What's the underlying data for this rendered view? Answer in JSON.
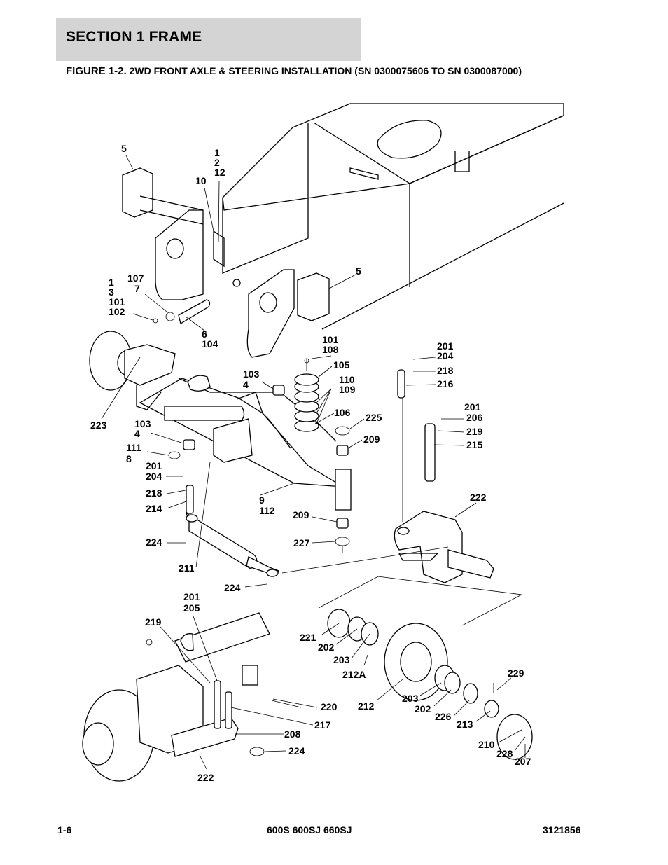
{
  "section": {
    "title": "SECTION 1  FRAME"
  },
  "figure": {
    "label": "FIGURE 1-2.",
    "title": "2WD FRONT AXLE & STEERING INSTALLATION (SN 0300075606 TO SN 0300087000)"
  },
  "callouts": [
    {
      "id": "c1",
      "lines": [
        "5"
      ]
    },
    {
      "id": "c2",
      "lines": [
        "1",
        "2",
        "12"
      ]
    },
    {
      "id": "c3",
      "lines": [
        "10"
      ]
    },
    {
      "id": "c4",
      "lines": [
        "5"
      ]
    },
    {
      "id": "c5",
      "lines": [
        "107",
        "7"
      ]
    },
    {
      "id": "c6",
      "lines": [
        "1",
        "3",
        "101",
        "102"
      ]
    },
    {
      "id": "c7",
      "lines": [
        "6",
        "104"
      ]
    },
    {
      "id": "c8",
      "lines": [
        "101",
        "108"
      ]
    },
    {
      "id": "c9",
      "lines": [
        "105"
      ]
    },
    {
      "id": "c10",
      "lines": [
        "103",
        "4"
      ]
    },
    {
      "id": "c11",
      "lines": [
        "110",
        "109"
      ]
    },
    {
      "id": "c12",
      "lines": [
        "201",
        "204"
      ]
    },
    {
      "id": "c13",
      "lines": [
        "218"
      ]
    },
    {
      "id": "c14",
      "lines": [
        "216"
      ]
    },
    {
      "id": "c15",
      "lines": [
        "223"
      ]
    },
    {
      "id": "c16",
      "lines": [
        "106"
      ]
    },
    {
      "id": "c17",
      "lines": [
        "225"
      ]
    },
    {
      "id": "c18",
      "lines": [
        "201"
      ]
    },
    {
      "id": "c19",
      "lines": [
        "206"
      ]
    },
    {
      "id": "c20",
      "lines": [
        "219"
      ]
    },
    {
      "id": "c21",
      "lines": [
        "215"
      ]
    },
    {
      "id": "c22",
      "lines": [
        "103",
        "4"
      ]
    },
    {
      "id": "c23",
      "lines": [
        "209"
      ]
    },
    {
      "id": "c24",
      "lines": [
        "111",
        "8"
      ]
    },
    {
      "id": "c25",
      "lines": [
        "201",
        "204"
      ]
    },
    {
      "id": "c26",
      "lines": [
        "218"
      ]
    },
    {
      "id": "c27",
      "lines": [
        "214"
      ]
    },
    {
      "id": "c28",
      "lines": [
        "9",
        "112"
      ]
    },
    {
      "id": "c29",
      "lines": [
        "222"
      ]
    },
    {
      "id": "c30",
      "lines": [
        "209"
      ]
    },
    {
      "id": "c31",
      "lines": [
        "224"
      ]
    },
    {
      "id": "c32",
      "lines": [
        "227"
      ]
    },
    {
      "id": "c33",
      "lines": [
        "211"
      ]
    },
    {
      "id": "c34",
      "lines": [
        "224"
      ]
    },
    {
      "id": "c35",
      "lines": [
        "201",
        "205"
      ]
    },
    {
      "id": "c36",
      "lines": [
        "219"
      ]
    },
    {
      "id": "c37",
      "lines": [
        "221"
      ]
    },
    {
      "id": "c38",
      "lines": [
        "202"
      ]
    },
    {
      "id": "c39",
      "lines": [
        "203"
      ]
    },
    {
      "id": "c40",
      "lines": [
        "212A"
      ]
    },
    {
      "id": "c41",
      "lines": [
        "229"
      ]
    },
    {
      "id": "c42",
      "lines": [
        "220"
      ]
    },
    {
      "id": "c43",
      "lines": [
        "212"
      ]
    },
    {
      "id": "c44",
      "lines": [
        "203"
      ]
    },
    {
      "id": "c45",
      "lines": [
        "202"
      ]
    },
    {
      "id": "c46",
      "lines": [
        "226"
      ]
    },
    {
      "id": "c47",
      "lines": [
        "217"
      ]
    },
    {
      "id": "c48",
      "lines": [
        "213"
      ]
    },
    {
      "id": "c49",
      "lines": [
        "208"
      ]
    },
    {
      "id": "c50",
      "lines": [
        "224"
      ]
    },
    {
      "id": "c51",
      "lines": [
        "210"
      ]
    },
    {
      "id": "c52",
      "lines": [
        "228"
      ]
    },
    {
      "id": "c53",
      "lines": [
        "207"
      ]
    },
    {
      "id": "c54",
      "lines": [
        "222"
      ]
    }
  ],
  "footer": {
    "page": "1-6",
    "models": "600S 600SJ 660SJ",
    "doc_number": "3121856"
  }
}
